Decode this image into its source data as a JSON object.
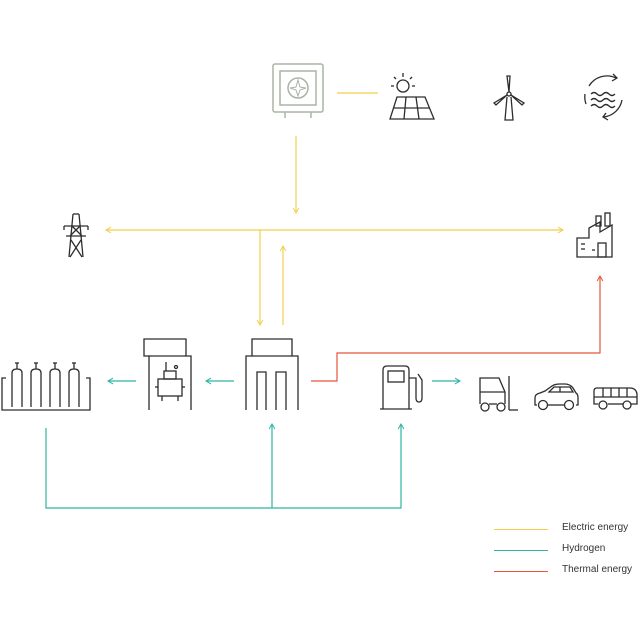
{
  "colors": {
    "electric": "#f2cf4e",
    "hydrogen": "#2fb3a2",
    "thermal": "#e4573b",
    "icon": "#2d2d2d",
    "icon_light": "#a9b5a4"
  },
  "icons": [
    "energy-management-unit-icon",
    "solar-panel-icon",
    "wind-turbine-icon",
    "hydropower-icon",
    "power-pylon-icon",
    "factory-icon",
    "gas-cylinders-icon",
    "compressor-icon",
    "electrolyzer-icon",
    "fuel-dispenser-icon",
    "forklift-icon",
    "car-icon",
    "bus-icon"
  ],
  "legend": [
    {
      "key": "electric",
      "label": "Electric energy"
    },
    {
      "key": "hydrogen",
      "label": "Hydrogen"
    },
    {
      "key": "thermal",
      "label": "Thermal energy"
    }
  ]
}
